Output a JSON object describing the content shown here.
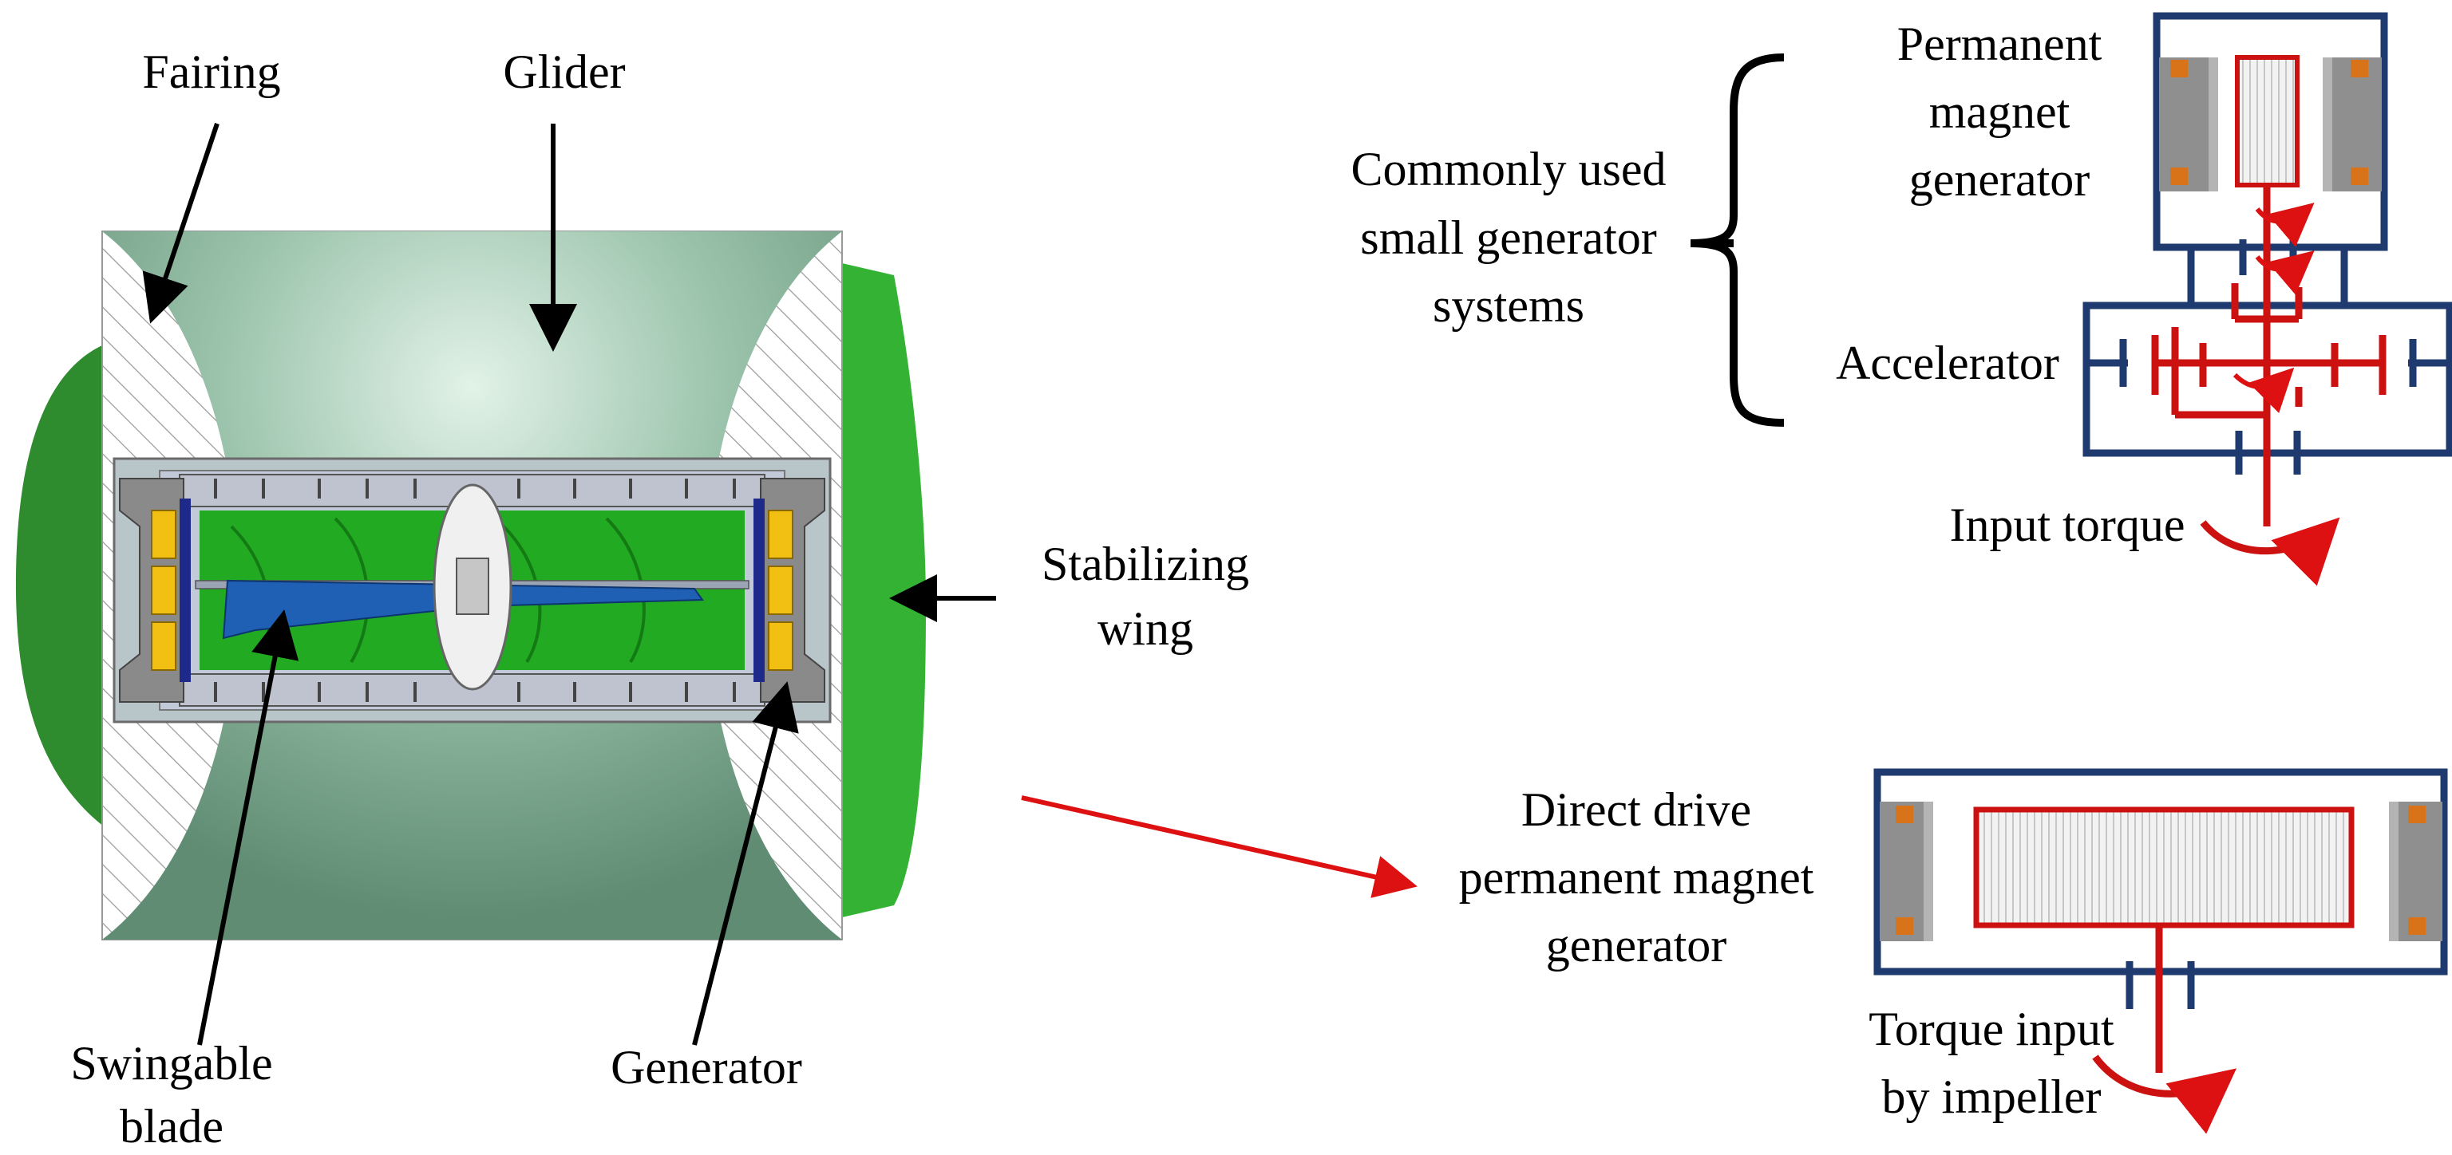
{
  "labels": {
    "fairing": "Fairing",
    "glider": "Glider",
    "stabilizing_wing_1": "Stabilizing",
    "stabilizing_wing_2": "wing",
    "swingable_blade_1": "Swingable",
    "swingable_blade_2": "blade",
    "generator": "Generator",
    "common_systems_1": "Commonly used",
    "common_systems_2": "small generator",
    "common_systems_3": "systems",
    "pm_generator_1": "Permanent",
    "pm_generator_2": "magnet",
    "pm_generator_3": "generator",
    "accelerator": "Accelerator",
    "input_torque": "Input torque",
    "direct_drive_1": "Direct drive",
    "direct_drive_2": "permanent magnet",
    "direct_drive_3": "generator",
    "torque_input_1": "Torque input",
    "torque_input_2": "by impeller"
  },
  "colors": {
    "schematic_frame": "#1f3a6e",
    "shaft_red": "#cc1111",
    "stator_gray": "#8f8f8f",
    "coil_orange": "#d9731a",
    "wing_green": "#2aa82a",
    "glider_green": "#7fae95",
    "impeller_green": "#22aa22",
    "blade_blue": "#1f5fb4",
    "generator_yellow": "#f2c012"
  }
}
